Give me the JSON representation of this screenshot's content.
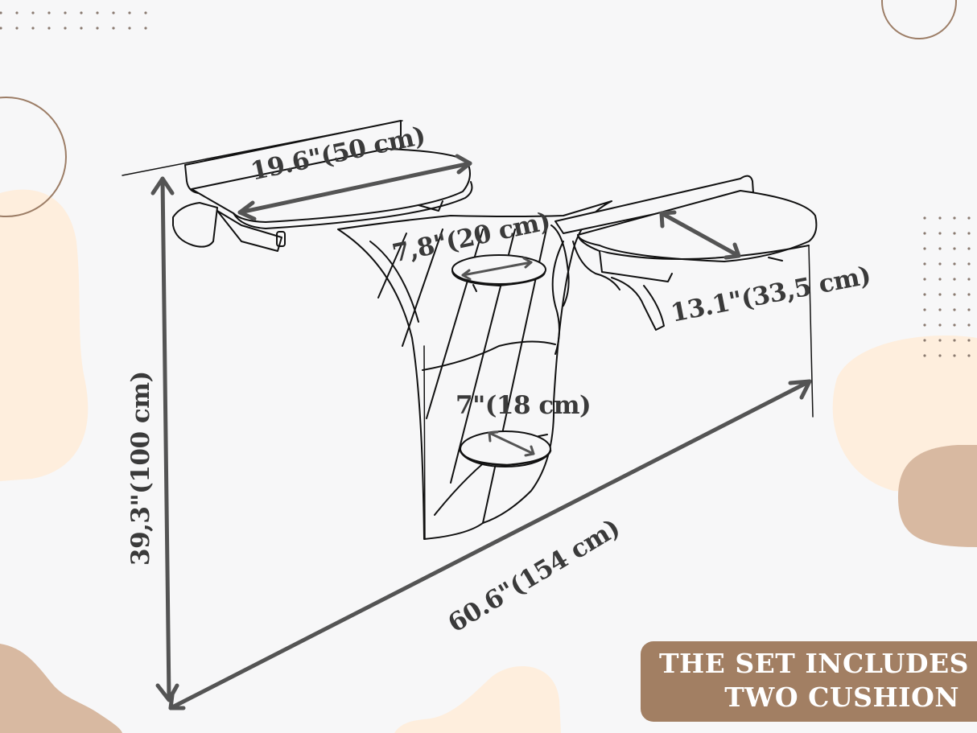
{
  "colors": {
    "background": "#f7f7f8",
    "blob_light": "#feeedd",
    "blob_tan": "#d8b9a1",
    "circle_outline": "#9c7d66",
    "dots": "#8a7a70",
    "arrow": "#545454",
    "label_text": "#3a3a3a",
    "banner_bg": "#a27f63",
    "banner_text": "#ffffff"
  },
  "dimensions": {
    "top_shelf_width": "19.6\"(50 cm)",
    "upper_step_diameter": "7,8\"(20 cm)",
    "right_shelf_depth": "13.1\"(33,5 cm)",
    "lower_step_diameter": "7\"(18 cm)",
    "total_height": "39,3\"(100 cm)",
    "total_width": "60.6\"(154 cm)"
  },
  "banner": {
    "line1": "THE SET INCLUDES",
    "line2": "TWO CUSHION"
  }
}
